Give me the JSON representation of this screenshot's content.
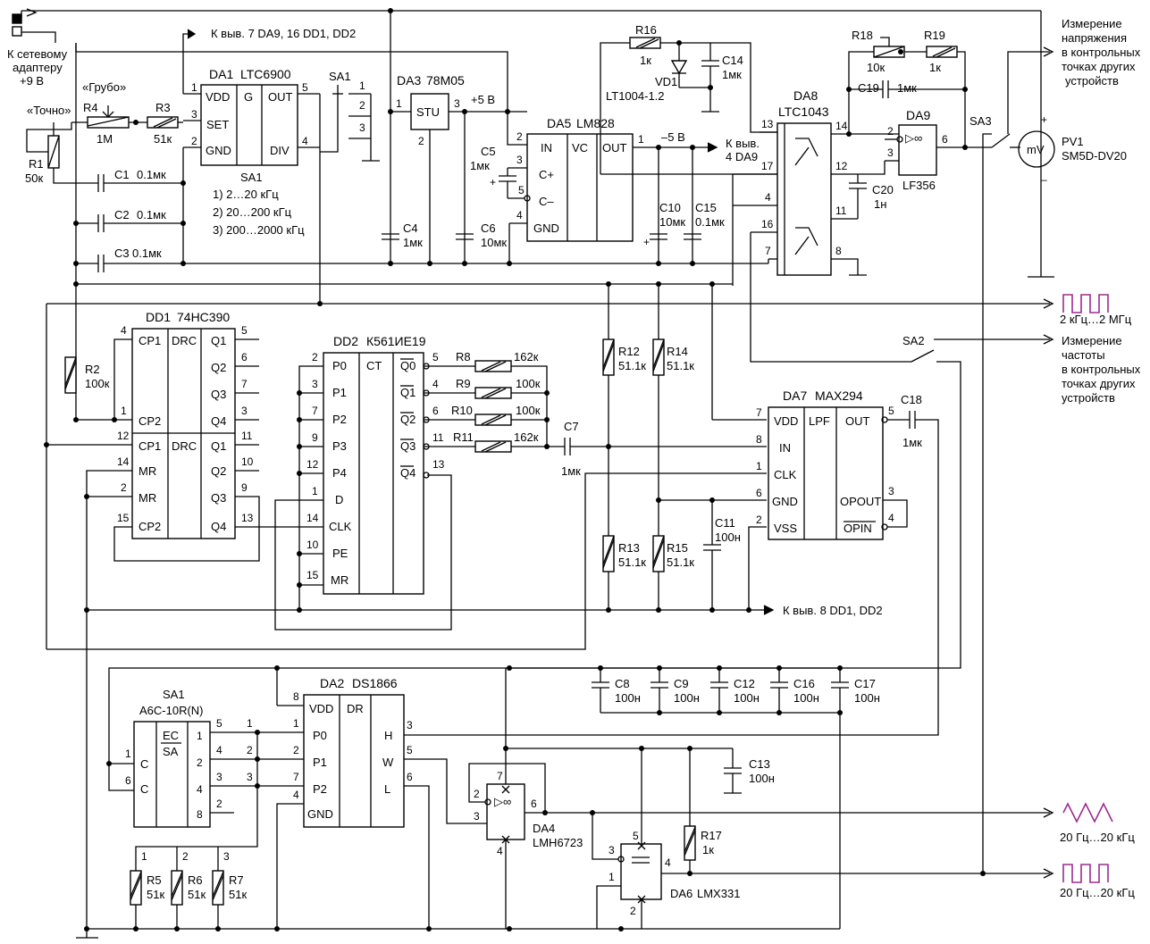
{
  "supply": {
    "adapter_label_1": "К сетевому",
    "adapter_label_2": "адаптеру",
    "adapter_label_3": "+9 В",
    "to_pins_7": "К выв. 7 DA9, 16 DD1, DD2",
    "to_pins_8": "К выв. 8 DD1, DD2",
    "to_da9": "К выв.",
    "to_da9_2": "4 DA9",
    "plus5": "+5 В",
    "minus5": "–5 В"
  },
  "controls": {
    "coarse": "«Грубо»",
    "fine": "«Точно»"
  },
  "resistors": [
    {
      "ref": "R1",
      "value": "50к"
    },
    {
      "ref": "R2",
      "value": "100к"
    },
    {
      "ref": "R3",
      "value": "51к"
    },
    {
      "ref": "R4",
      "value": "1М"
    },
    {
      "ref": "R5",
      "value": "51к"
    },
    {
      "ref": "R6",
      "value": "51к"
    },
    {
      "ref": "R7",
      "value": "51к"
    },
    {
      "ref": "R8",
      "value": "162к"
    },
    {
      "ref": "R9",
      "value": "100к"
    },
    {
      "ref": "R10",
      "value": "100к"
    },
    {
      "ref": "R11",
      "value": "162к"
    },
    {
      "ref": "R12",
      "value": "51.1к"
    },
    {
      "ref": "R13",
      "value": "51.1к"
    },
    {
      "ref": "R14",
      "value": "51.1к"
    },
    {
      "ref": "R15",
      "value": "51.1к"
    },
    {
      "ref": "R16",
      "value": "1к"
    },
    {
      "ref": "R17",
      "value": "1к"
    },
    {
      "ref": "R18",
      "value": "10к"
    },
    {
      "ref": "R19",
      "value": "1к"
    }
  ],
  "capacitors": [
    {
      "ref": "C1",
      "value": "0.1мк"
    },
    {
      "ref": "C2",
      "value": "0.1мк"
    },
    {
      "ref": "C3",
      "value": "0.1мк"
    },
    {
      "ref": "C4",
      "value": "1мк"
    },
    {
      "ref": "C5",
      "value": "1мк"
    },
    {
      "ref": "C6",
      "value": "10мк"
    },
    {
      "ref": "C7",
      "value": "1мк"
    },
    {
      "ref": "C8",
      "value": "100н"
    },
    {
      "ref": "C9",
      "value": "100н"
    },
    {
      "ref": "C10",
      "value": "10мк"
    },
    {
      "ref": "C11",
      "value": "100н"
    },
    {
      "ref": "C12",
      "value": "100н"
    },
    {
      "ref": "C13",
      "value": "100н"
    },
    {
      "ref": "C14",
      "value": "1мк"
    },
    {
      "ref": "C15",
      "value": "0.1мк"
    },
    {
      "ref": "C16",
      "value": "100н"
    },
    {
      "ref": "C17",
      "value": "100н"
    },
    {
      "ref": "C18",
      "value": "1мк"
    },
    {
      "ref": "C19",
      "value": "1мк"
    },
    {
      "ref": "C20",
      "value": "1н"
    }
  ],
  "chips": {
    "da1": {
      "ref": "DA1",
      "part": "LTC6900",
      "pins": [
        "VDD",
        "G",
        "OUT",
        "SET",
        "GND",
        "DIV"
      ]
    },
    "sa1_top": {
      "ref": "SA1",
      "modes": [
        "1) 2…20 кГц",
        "2) 20…200 кГц",
        "3) 200…2000 кГц"
      ]
    },
    "da3": {
      "ref": "DA3",
      "part": "78M05",
      "body": "STU"
    },
    "da5": {
      "ref": "DA5",
      "part": "LM828",
      "pins": [
        "IN",
        "VC",
        "OUT",
        "C+",
        "C–",
        "GND"
      ]
    },
    "vd1": {
      "ref": "VD1",
      "part": "LT1004-1.2"
    },
    "da8": {
      "ref": "DA8",
      "part": "LTC1043"
    },
    "da9": {
      "ref": "DA9",
      "part": "LF356",
      "sym": "▷∞"
    },
    "pv1": {
      "ref": "PV1",
      "part": "SM5D-DV20",
      "sym": "mV"
    },
    "dd1": {
      "ref": "DD1",
      "part": "74HC390",
      "pins": [
        "CP1",
        "DRC",
        "Q1",
        "Q2",
        "Q3",
        "CP2",
        "Q4",
        "CP1",
        "DRC",
        "Q1",
        "MR",
        "Q2",
        "MR",
        "Q3",
        "CP2",
        "Q4"
      ]
    },
    "dd2": {
      "ref": "DD2",
      "part": "К561ИЕ19",
      "pins": [
        "P0",
        "CT",
        "P1",
        "P2",
        "P3",
        "P4",
        "D",
        "CLK",
        "PE",
        "MR"
      ],
      "outs": [
        "Q0",
        "Q1",
        "Q2",
        "Q3",
        "Q4"
      ]
    },
    "da7": {
      "ref": "DA7",
      "part": "MAX294",
      "pins": [
        "VDD",
        "LPF",
        "OUT",
        "IN",
        "CLK",
        "GND",
        "OPOUT",
        "VSS",
        "OPIN"
      ]
    },
    "sa1_bot": {
      "ref": "SA1",
      "part": "A6C-10R(N)",
      "pins": [
        "EC",
        "SA",
        "C",
        "C"
      ]
    },
    "da2": {
      "ref": "DA2",
      "part": "DS1866",
      "pins": [
        "VDD",
        "DR",
        "P0",
        "H",
        "P1",
        "W",
        "P2",
        "L",
        "GND"
      ]
    },
    "da4": {
      "ref": "DA4",
      "part": "LMH6723",
      "sym": "▷∞"
    },
    "da6": {
      "ref": "DA6",
      "part": "LMX331"
    }
  },
  "switches": [
    "SA2",
    "SA3"
  ],
  "outputs": {
    "voltage": [
      "Измерение",
      "напряжения",
      "в контрольных",
      "точках других",
      "устройств"
    ],
    "freq": [
      "Измерение",
      "частоты",
      "в контрольных",
      "точках других",
      "устройств"
    ],
    "clock": "2 кГц…2 МГц",
    "sine": "20 Гц…20 кГц",
    "square": "20 Гц…20 кГц"
  },
  "pin_numbers": [
    "1",
    "2",
    "3",
    "4",
    "5",
    "6",
    "7",
    "8",
    "9",
    "10",
    "11",
    "12",
    "13",
    "14",
    "15",
    "16",
    "17"
  ],
  "colors": {
    "ink": "#000000",
    "waveform": "#9b2b8f",
    "paper": "#ffffff"
  }
}
